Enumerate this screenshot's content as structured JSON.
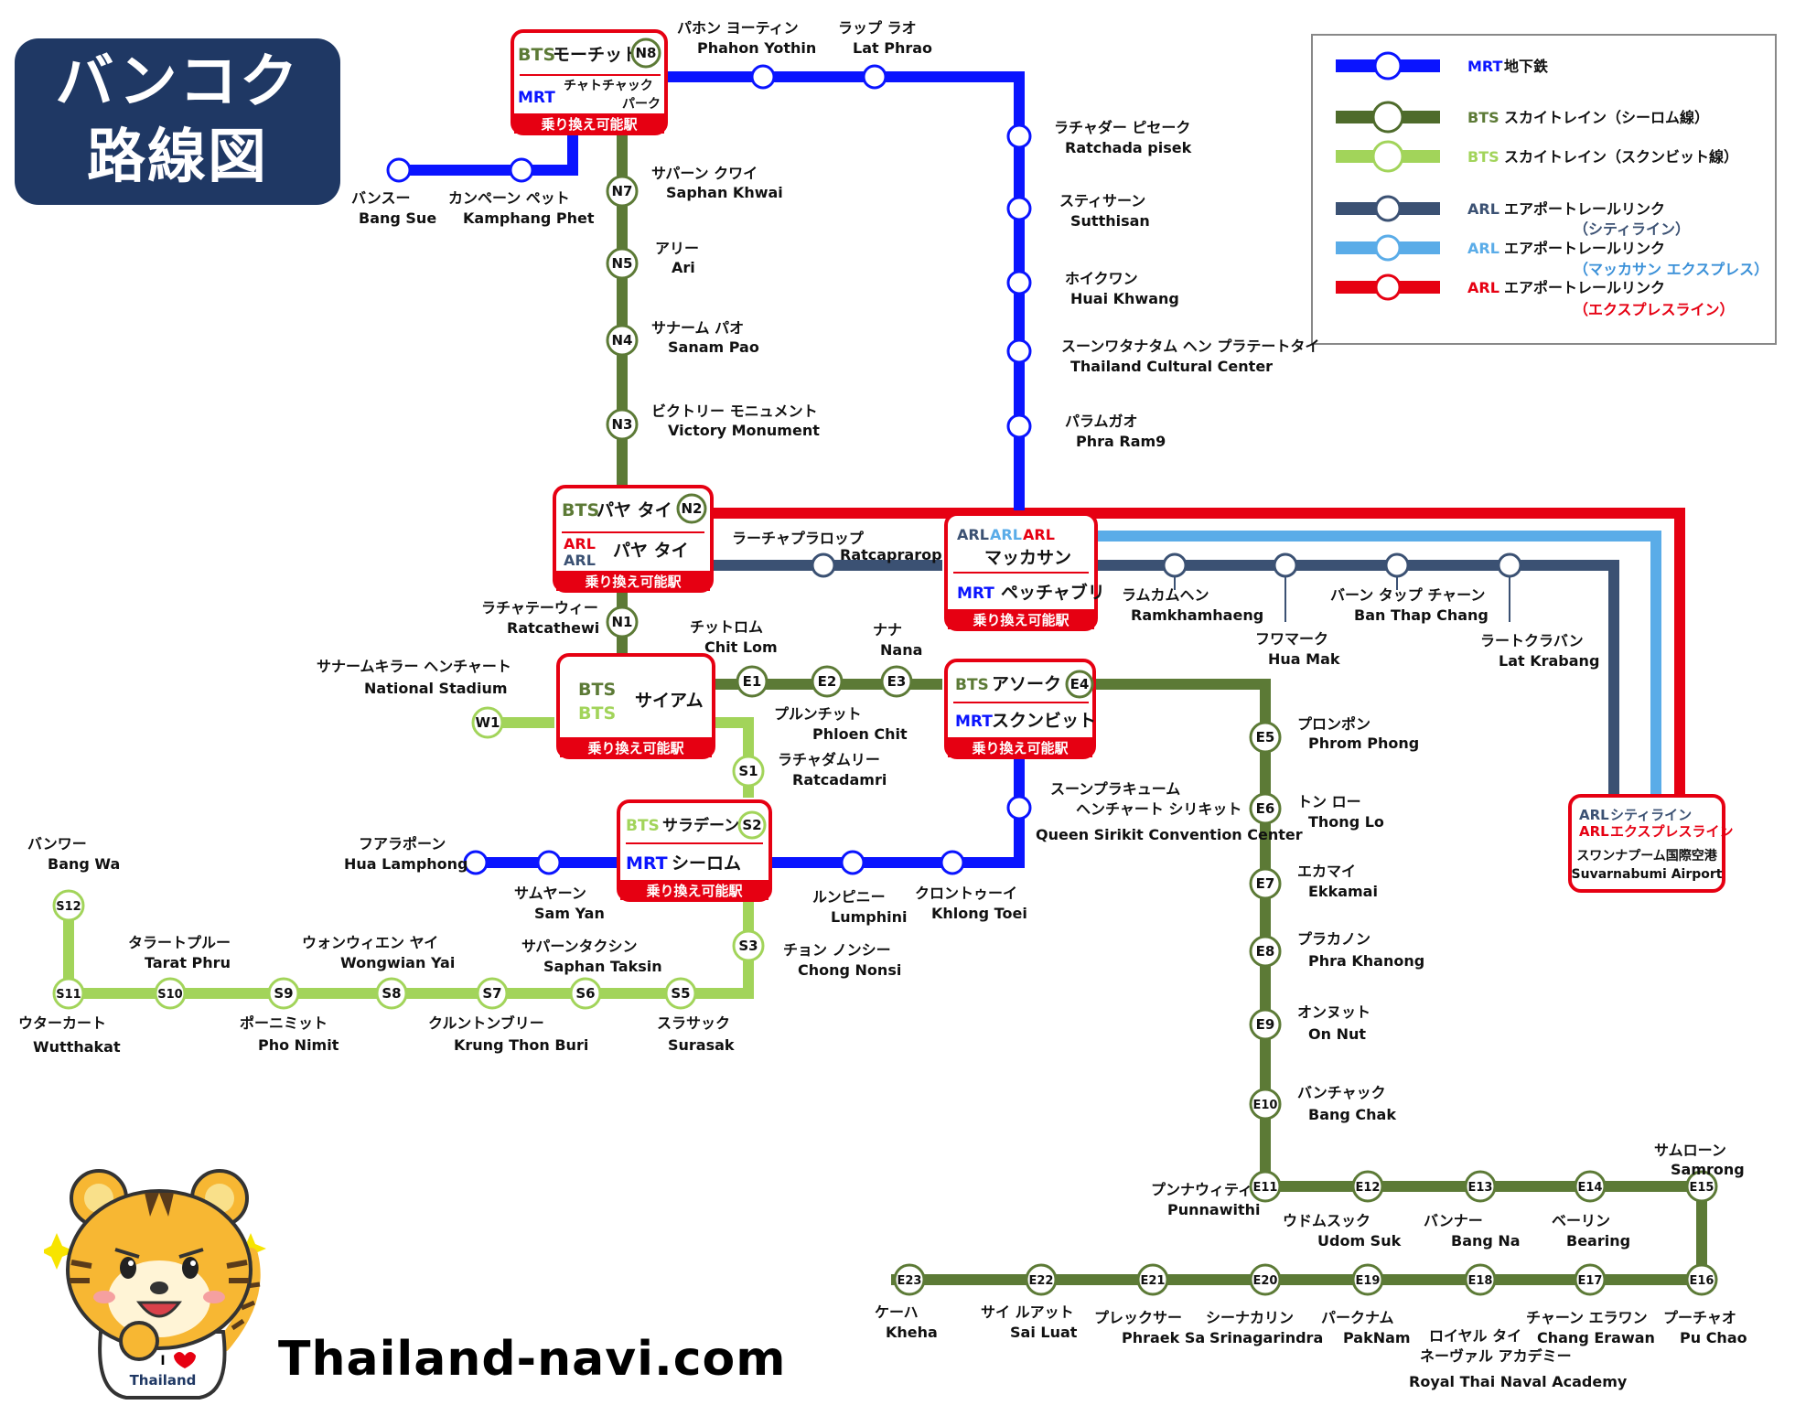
{
  "title": {
    "line1": "バンコク",
    "line2": "路線図"
  },
  "site": "Thailand-navi.com",
  "mascot": {
    "shirt_line1": "I",
    "shirt_line2": "Thailand",
    "icon": "tiger-mascot-icon"
  },
  "colors": {
    "mrt": "#0a14ff",
    "bts_silom": "#5c7a36",
    "bts_sukhumvit": "#a2d45a",
    "arl_city": "#3b5173",
    "arl_makkasan": "#5aace8",
    "arl_express": "#e60012",
    "hub_red": "#e60012"
  },
  "legend": [
    {
      "tag": "MRT",
      "text": "地下鉄",
      "sub": ""
    },
    {
      "tag": "BTS",
      "text": "スカイトレイン（シーロム線）",
      "sub": ""
    },
    {
      "tag": "BTS",
      "text": "スカイトレイン（スクンビット線）",
      "sub": ""
    },
    {
      "tag": "ARL",
      "text": "エアポートレールリンク",
      "sub": "（シティライン）"
    },
    {
      "tag": "ARL",
      "text": "エアポートレールリンク",
      "sub": "（マッカサン エクスプレス）"
    },
    {
      "tag": "ARL",
      "text": "エアポートレールリンク",
      "sub": "（エクスプレスライン）"
    }
  ],
  "hubs": {
    "mochit": {
      "l1a": "BTS",
      "l1b": "モーチット",
      "code": "N8",
      "l2a": "MRT",
      "l2b": "チャトチャック",
      "l2c": "パーク",
      "bar": "乗り換え可能駅"
    },
    "phayathai": {
      "l1a": "BTS",
      "l1b": "パヤ タイ",
      "code": "N2",
      "l2a": "ARL",
      "l2b": "ARL",
      "l2c": "パヤ タイ",
      "bar": "乗り換え可能駅"
    },
    "makkasan": {
      "a1": "ARL",
      "a2": "ARL",
      "a3": "ARL",
      "name1": "マッカサン",
      "l2a": "MRT",
      "name2": "ペッチャブリ",
      "bar": "乗り換え可能駅"
    },
    "siam": {
      "a": "BTS",
      "b": "BTS",
      "name": "サイアム",
      "bar": "乗り換え可能駅"
    },
    "asok": {
      "a": "BTS",
      "name1": "アソーク",
      "code": "E4",
      "b": "MRT",
      "name2": "スクンビット",
      "bar": "乗り換え可能駅"
    },
    "saladaeng": {
      "a": "BTS",
      "name1": "サラデーン",
      "code": "S2",
      "b": "MRT",
      "name2": "シーロム",
      "bar": "乗り換え可能駅"
    },
    "airport": {
      "a": "ARL",
      "a_txt": "シティライン",
      "b": "ARL",
      "b_txt": "エクスプレスライン",
      "jp": "スワンナプーム国際空港",
      "en": "Suvarnabumi Airport"
    }
  },
  "stations": [
    {
      "id": "n7",
      "code": "N7",
      "jp": "サパーン クワイ",
      "en": "Saphan Khwai"
    },
    {
      "id": "n5",
      "code": "N5",
      "jp": "アリー",
      "en": "Ari"
    },
    {
      "id": "n4",
      "code": "N4",
      "jp": "サナーム パオ",
      "en": "Sanam Pao"
    },
    {
      "id": "n3",
      "code": "N3",
      "jp": "ビクトリー モニュメント",
      "en": "Victory Monument"
    },
    {
      "id": "n1",
      "code": "N1",
      "jp": "ラチャテーウィー",
      "en": "Ratcathewi"
    },
    {
      "id": "e1",
      "code": "E1",
      "jp": "チットロム",
      "en": "Chit Lom"
    },
    {
      "id": "e2",
      "code": "E2",
      "jp": "プルンチット",
      "en": "Phloen Chit"
    },
    {
      "id": "e3",
      "code": "E3",
      "jp": "ナナ",
      "en": "Nana"
    },
    {
      "id": "e5",
      "code": "E5",
      "jp": "プロンポン",
      "en": "Phrom Phong"
    },
    {
      "id": "e6",
      "code": "E6",
      "jp": "トン ロー",
      "en": "Thong Lo"
    },
    {
      "id": "e7",
      "code": "E7",
      "jp": "エカマイ",
      "en": "Ekkamai"
    },
    {
      "id": "e8",
      "code": "E8",
      "jp": "プラカノン",
      "en": "Phra Khanong"
    },
    {
      "id": "e9",
      "code": "E9",
      "jp": "オンヌット",
      "en": "On Nut"
    },
    {
      "id": "e10",
      "code": "E10",
      "jp": "バンチャック",
      "en": "Bang Chak"
    },
    {
      "id": "e11",
      "code": "E11",
      "jp": "プンナウィティ",
      "en": "Punnawithi"
    },
    {
      "id": "e12",
      "code": "E12",
      "jp": "ウドムスック",
      "en": "Udom Suk"
    },
    {
      "id": "e13",
      "code": "E13",
      "jp": "バンナー",
      "en": "Bang Na"
    },
    {
      "id": "e14",
      "code": "E14",
      "jp": "ベーリン",
      "en": "Bearing"
    },
    {
      "id": "e15",
      "code": "E15",
      "jp": "サムローン",
      "en": "Samrong"
    },
    {
      "id": "e16",
      "code": "E16",
      "jp": "プーチャオ",
      "en": "Pu Chao"
    },
    {
      "id": "e17",
      "code": "E17",
      "jp": "チャーン エラワン",
      "en": "Chang Erawan"
    },
    {
      "id": "e18",
      "code": "E18",
      "jp": "ロイヤル タイ ネーヴァル アカデミー",
      "en": "Royal Thai Naval Academy"
    },
    {
      "id": "e19",
      "code": "E19",
      "jp": "パークナム",
      "en": "PakNam"
    },
    {
      "id": "e20",
      "code": "E20",
      "jp": "シーナカリン",
      "en": "Srinagarindra"
    },
    {
      "id": "e21",
      "code": "E21",
      "jp": "プレックサー",
      "en": "Phraek Sa"
    },
    {
      "id": "e22",
      "code": "E22",
      "jp": "サイ ルアット",
      "en": "Sai Luat"
    },
    {
      "id": "e23",
      "code": "E23",
      "jp": "ケーハ",
      "en": "Kheha"
    },
    {
      "id": "w1",
      "code": "W1",
      "jp": "サナームキラー ヘンチャート",
      "en": "National Stadium"
    },
    {
      "id": "s1",
      "code": "S1",
      "jp": "ラチャダムリー",
      "en": "Ratcadamri"
    },
    {
      "id": "s3",
      "code": "S3",
      "jp": "チョン ノンシー",
      "en": "Chong Nonsi"
    },
    {
      "id": "s5",
      "code": "S5",
      "jp": "スラサック",
      "en": "Surasak"
    },
    {
      "id": "s6",
      "code": "S6",
      "jp": "サパーンタクシン",
      "en": "Saphan Taksin"
    },
    {
      "id": "s7",
      "code": "S7",
      "jp": "クルントンブリー",
      "en": "Krung Thon Buri"
    },
    {
      "id": "s8",
      "code": "S8",
      "jp": "ウォンウィエン ヤイ",
      "en": "Wongwian Yai"
    },
    {
      "id": "s9",
      "code": "S9",
      "jp": "ポーニミット",
      "en": "Pho Nimit"
    },
    {
      "id": "s10",
      "code": "S10",
      "jp": "タラートプルー",
      "en": "Tarat Phru"
    },
    {
      "id": "s11",
      "code": "S11",
      "jp": "ウターカート",
      "en": "Wutthakat"
    },
    {
      "id": "s12",
      "code": "S12",
      "jp": "バンワー",
      "en": "Bang Wa"
    },
    {
      "id": "mrt_phahon",
      "code": "",
      "jp": "パホン ヨーティン",
      "en": "Phahon Yothin"
    },
    {
      "id": "mrt_latphrao",
      "code": "",
      "jp": "ラップ ラオ",
      "en": "Lat Phrao"
    },
    {
      "id": "mrt_ratchada",
      "code": "",
      "jp": "ラチャダー ピセーク",
      "en": "Ratchada pisek"
    },
    {
      "id": "mrt_sutthisan",
      "code": "",
      "jp": "スティサーン",
      "en": "Sutthisan"
    },
    {
      "id": "mrt_huaikhwang",
      "code": "",
      "jp": "ホイクワン",
      "en": "Huai Khwang"
    },
    {
      "id": "mrt_culture",
      "code": "",
      "jp": "スーンワタナタム ヘン プラテートタイ",
      "en": "Thailand Cultural Center"
    },
    {
      "id": "mrt_rama9",
      "code": "",
      "jp": "パラムガオ",
      "en": "Phra Ram9"
    },
    {
      "id": "mrt_qsncc",
      "code": "",
      "jp": "スーンプラキューム ヘンチャート シリキット",
      "en": "Queen Sirikit Convention Center"
    },
    {
      "id": "mrt_klongtoei",
      "code": "",
      "jp": "クロントゥーイ",
      "en": "Khlong Toei"
    },
    {
      "id": "mrt_lumphini",
      "code": "",
      "jp": "ルンピニー",
      "en": "Lumphini"
    },
    {
      "id": "mrt_samyan",
      "code": "",
      "jp": "サムヤーン",
      "en": "Sam Yan"
    },
    {
      "id": "mrt_hualamphong",
      "code": "",
      "jp": "フアラポーン",
      "en": "Hua Lamphong"
    },
    {
      "id": "mrt_bangsue",
      "code": "",
      "jp": "バンスー",
      "en": "Bang Sue"
    },
    {
      "id": "mrt_kamphaeng",
      "code": "",
      "jp": "カンペーン ペット",
      "en": "Kamphang Phet"
    },
    {
      "id": "arl_ratchaprarop",
      "code": "",
      "jp": "ラーチャプラロップ",
      "en": "Ratcaprarop"
    },
    {
      "id": "arl_ramkhamhaeng",
      "code": "",
      "jp": "ラムカムヘン",
      "en": "Ramkhamhaeng"
    },
    {
      "id": "arl_huamak",
      "code": "",
      "jp": "フワマーク",
      "en": "Hua Mak"
    },
    {
      "id": "arl_banthapchang",
      "code": "",
      "jp": "バーン タップ チャーン",
      "en": "Ban Thap Chang"
    },
    {
      "id": "arl_latkrabang",
      "code": "",
      "jp": "ラートクラバン",
      "en": "Lat Krabang"
    }
  ]
}
